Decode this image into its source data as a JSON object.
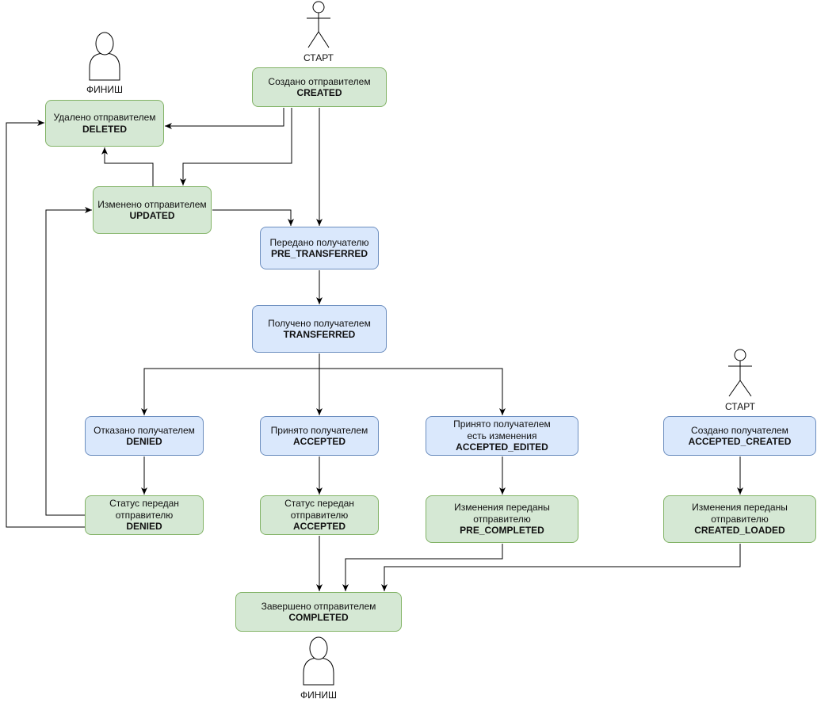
{
  "actors": {
    "start_top": "СТАРТ",
    "start_right": "СТАРТ",
    "finish_top": "ФИНИШ",
    "finish_bottom": "ФИНИШ"
  },
  "states": {
    "created": {
      "label": "Создано отправителем",
      "code": "CREATED",
      "color": "#d5e8d4"
    },
    "deleted": {
      "label": "Удалено отправителем",
      "code": "DELETED",
      "color": "#d5e8d4"
    },
    "updated": {
      "label": "Изменено отправителем",
      "code": "UPDATED",
      "color": "#d5e8d4"
    },
    "pre_transferred": {
      "label": "Передано получателю",
      "code": "PRE_TRANSFERRED",
      "color": "#dae8fc"
    },
    "transferred": {
      "label": "Получено получателем",
      "code": "TRANSFERRED",
      "color": "#dae8fc"
    },
    "denied": {
      "label": "Отказано получателем",
      "code": "DENIED",
      "color": "#dae8fc"
    },
    "accepted": {
      "label": "Принято получателем",
      "code": "ACCEPTED",
      "color": "#dae8fc"
    },
    "accepted_edited": {
      "label1": "Принято получателем",
      "label2": "есть изменения",
      "code": "ACCEPTED_EDITED",
      "color": "#dae8fc"
    },
    "accepted_created": {
      "label": "Создано получателем",
      "code": "ACCEPTED_CREATED",
      "color": "#dae8fc"
    },
    "sender_denied": {
      "label1": "Статус передан",
      "label2": "отправителю",
      "code": "DENIED",
      "color": "#d5e8d4"
    },
    "sender_accepted": {
      "label1": "Статус передан",
      "label2": "отправителю",
      "code": "ACCEPTED",
      "color": "#d5e8d4"
    },
    "pre_completed": {
      "label1": "Изменения переданы",
      "label2": "отправителю",
      "code": "PRE_COMPLETED",
      "color": "#d5e8d4"
    },
    "created_loaded": {
      "label1": "Изменения переданы",
      "label2": "отправителю",
      "code": "CREATED_LOADED",
      "color": "#d5e8d4"
    },
    "completed": {
      "label": "Завершено отправителем",
      "code": "COMPLETED",
      "color": "#d5e8d4"
    }
  }
}
